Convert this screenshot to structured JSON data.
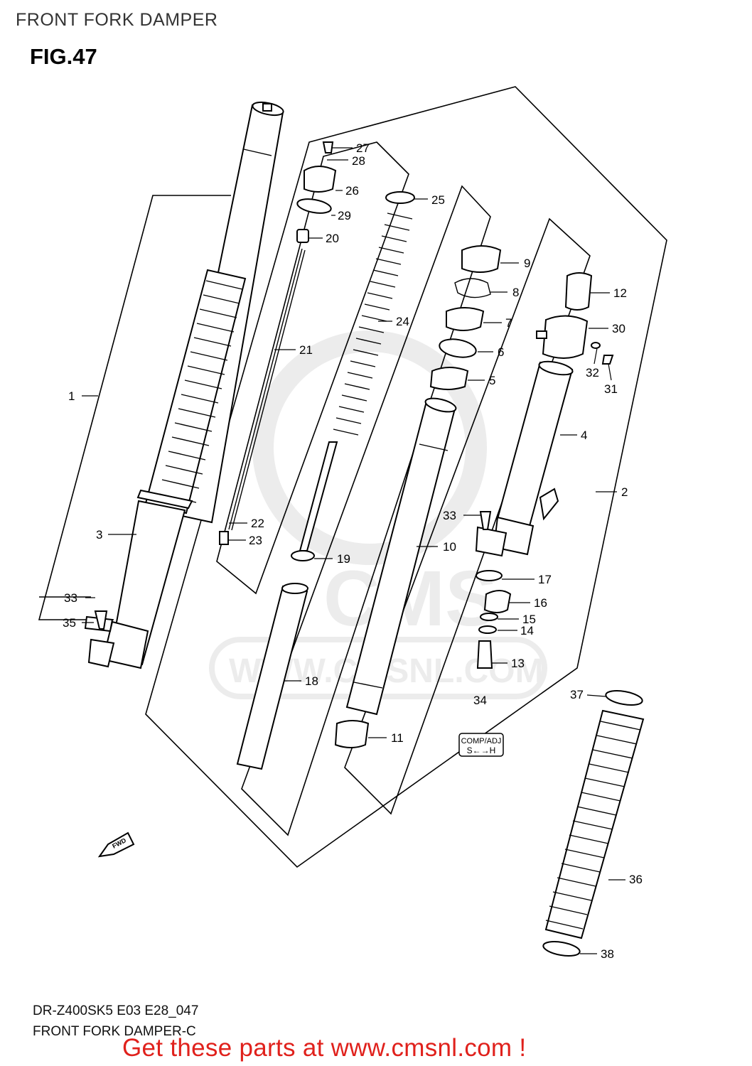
{
  "header": {
    "title": "FRONT FORK DAMPER",
    "figure": "FIG.47"
  },
  "watermark": {
    "brand": "CMS",
    "url": "WWW.CMSNL.COM"
  },
  "diagram": {
    "callouts": [
      {
        "id": "c1",
        "label": "1"
      },
      {
        "id": "c2",
        "label": "2"
      },
      {
        "id": "c3",
        "label": "3"
      },
      {
        "id": "c4",
        "label": "4"
      },
      {
        "id": "c5",
        "label": "5"
      },
      {
        "id": "c6",
        "label": "6"
      },
      {
        "id": "c7",
        "label": "7"
      },
      {
        "id": "c8",
        "label": "8"
      },
      {
        "id": "c9",
        "label": "9"
      },
      {
        "id": "c10",
        "label": "10"
      },
      {
        "id": "c11",
        "label": "11"
      },
      {
        "id": "c12",
        "label": "12"
      },
      {
        "id": "c13",
        "label": "13"
      },
      {
        "id": "c14",
        "label": "14"
      },
      {
        "id": "c15",
        "label": "15"
      },
      {
        "id": "c16",
        "label": "16"
      },
      {
        "id": "c17",
        "label": "17"
      },
      {
        "id": "c18",
        "label": "18"
      },
      {
        "id": "c19",
        "label": "19"
      },
      {
        "id": "c20",
        "label": "20"
      },
      {
        "id": "c21",
        "label": "21"
      },
      {
        "id": "c22",
        "label": "22"
      },
      {
        "id": "c23",
        "label": "23"
      },
      {
        "id": "c24",
        "label": "24"
      },
      {
        "id": "c25",
        "label": "25"
      },
      {
        "id": "c26",
        "label": "26"
      },
      {
        "id": "c27",
        "label": "27"
      },
      {
        "id": "c28",
        "label": "28"
      },
      {
        "id": "c29",
        "label": "29"
      },
      {
        "id": "c30",
        "label": "30"
      },
      {
        "id": "c31",
        "label": "31"
      },
      {
        "id": "c32",
        "label": "32"
      },
      {
        "id": "c33a",
        "label": "33"
      },
      {
        "id": "c33b",
        "label": "33"
      },
      {
        "id": "c34",
        "label": "34"
      },
      {
        "id": "c35",
        "label": "35"
      },
      {
        "id": "c36",
        "label": "36"
      },
      {
        "id": "c37",
        "label": "37"
      },
      {
        "id": "c38",
        "label": "38"
      }
    ],
    "adjuster_label": {
      "line1": "COMP/ADJ",
      "line2": "S←→H"
    },
    "direction_label": "FWD"
  },
  "footer": {
    "model_code": "DR-Z400SK5 E03 E28_047",
    "diagram_name": "FRONT FORK DAMPER-C",
    "call_to_action": "Get these parts at www.cmsnl.com !"
  },
  "colors": {
    "cta": "#e0211c",
    "line": "#000000",
    "watermark": "#ececec"
  }
}
